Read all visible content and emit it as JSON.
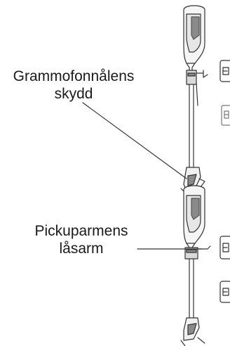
{
  "callouts": [
    {
      "lines": [
        "Grammofonnålens",
        "skydd"
      ]
    },
    {
      "lines": [
        "Pickuparmens",
        "låsarm"
      ]
    }
  ],
  "colors": {
    "line": "#333333",
    "text": "#1a1a1a",
    "fill_dark": "#8a8a8a",
    "fill_light": "#d9d9d9"
  }
}
